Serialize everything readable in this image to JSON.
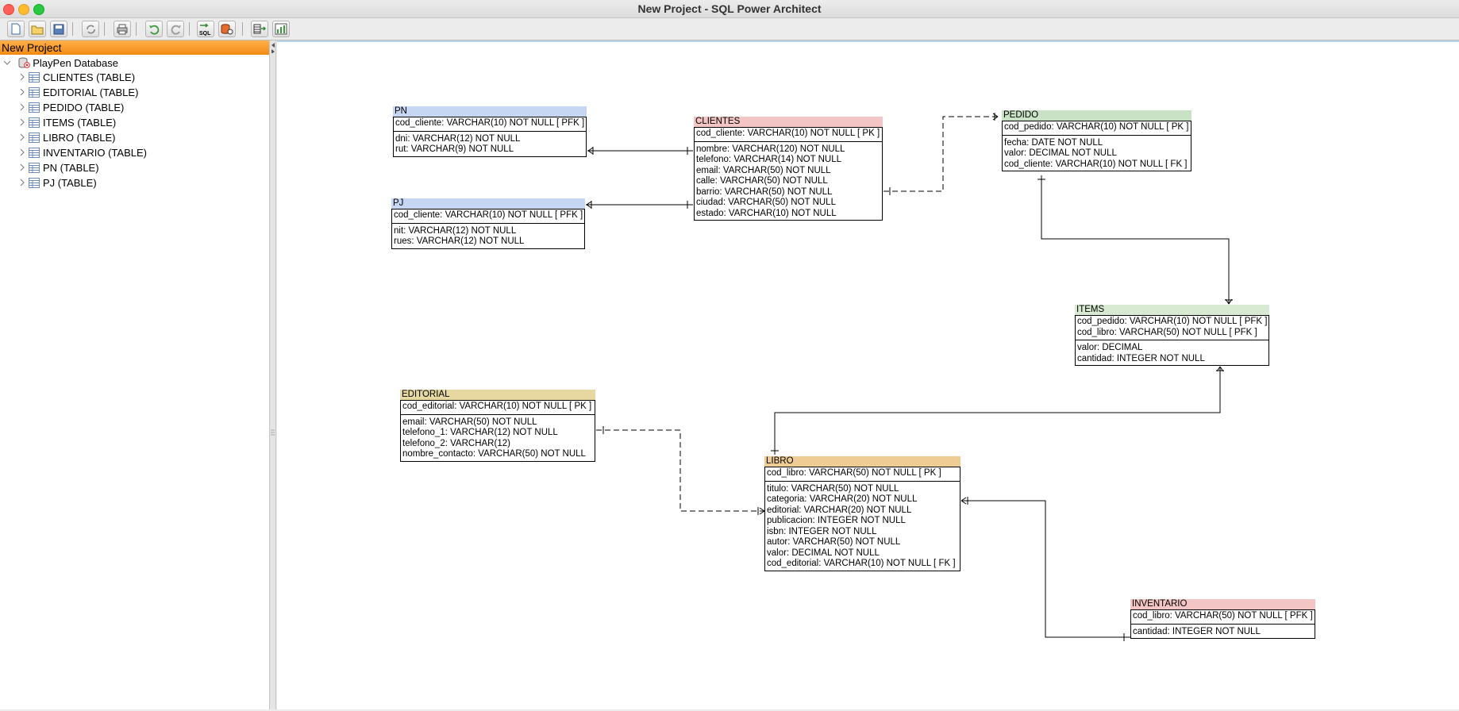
{
  "window": {
    "title": "New Project - SQL Power Architect"
  },
  "toolbar": {
    "buttons": [
      "new-project",
      "open-project",
      "save-project",
      "refresh",
      "print",
      "undo",
      "redo",
      "forward-engineer-sql",
      "compare-dm",
      "data-mover",
      "profile"
    ]
  },
  "sidebar": {
    "header": "New Project",
    "root": "PlayPen Database",
    "items": [
      "CLIENTES (TABLE)",
      "EDITORIAL (TABLE)",
      "PEDIDO (TABLE)",
      "ITEMS (TABLE)",
      "LIBRO (TABLE)",
      "INVENTARIO (TABLE)",
      "PN (TABLE)",
      "PJ (TABLE)"
    ]
  },
  "tables": {
    "pn": {
      "name": "PN",
      "color": "#c5d7f2",
      "pk": [
        "cod_cliente: VARCHAR(10)   NOT NULL  [ PFK ]"
      ],
      "cols": [
        "dni: VARCHAR(12)   NOT NULL",
        "rut: VARCHAR(9)   NOT NULL"
      ]
    },
    "pj": {
      "name": "PJ",
      "color": "#c5d7f2",
      "pk": [
        "cod_cliente: VARCHAR(10)   NOT NULL  [ PFK ]"
      ],
      "cols": [
        "nit: VARCHAR(12)   NOT NULL",
        "rues: VARCHAR(12)   NOT NULL"
      ]
    },
    "clientes": {
      "name": "CLIENTES",
      "color": "#f3c5c5",
      "pk": [
        "cod_cliente: VARCHAR(10)   NOT NULL  [ PK ]"
      ],
      "cols": [
        "nombre: VARCHAR(120)   NOT NULL",
        "telefono: VARCHAR(14)   NOT NULL",
        "email: VARCHAR(50)   NOT NULL",
        "calle: VARCHAR(50)   NOT NULL",
        "barrio: VARCHAR(50)   NOT NULL",
        "ciudad: VARCHAR(50)   NOT NULL",
        "estado: VARCHAR(10)   NOT NULL"
      ]
    },
    "pedido": {
      "name": "PEDIDO",
      "color": "#c9e1c4",
      "pk": [
        "cod_pedido: VARCHAR(10)   NOT NULL  [ PK ]"
      ],
      "cols": [
        "fecha: DATE   NOT NULL",
        "valor: DECIMAL   NOT NULL",
        "cod_cliente: VARCHAR(10)   NOT NULL  [ FK ]"
      ]
    },
    "items": {
      "name": "ITEMS",
      "color": "#d9ead3",
      "pk": [
        "cod_pedido: VARCHAR(10)   NOT NULL  [ PFK ]",
        "cod_libro: VARCHAR(50)   NOT NULL  [ PFK ]"
      ],
      "cols": [
        "valor: DECIMAL",
        "cantidad: INTEGER   NOT NULL"
      ]
    },
    "editorial": {
      "name": "EDITORIAL",
      "color": "#e6d8a0",
      "pk": [
        "cod_editorial: VARCHAR(10)   NOT NULL  [ PK ]"
      ],
      "cols": [
        "email: VARCHAR(50)   NOT NULL",
        "telefono_1: VARCHAR(12)   NOT NULL",
        "telefono_2: VARCHAR(12)",
        "nombre_contacto: VARCHAR(50)   NOT NULL"
      ]
    },
    "libro": {
      "name": "LIBRO",
      "color": "#f0cc95",
      "pk": [
        "cod_libro: VARCHAR(50)   NOT NULL  [ PK ]"
      ],
      "cols": [
        "titulo: VARCHAR(50)   NOT NULL",
        "categoria: VARCHAR(20)   NOT NULL",
        "editorial: VARCHAR(20)   NOT NULL",
        "publicacion: INTEGER   NOT NULL",
        "isbn: INTEGER   NOT NULL",
        "autor: VARCHAR(50)   NOT NULL",
        "valor: DECIMAL   NOT NULL",
        "cod_editorial: VARCHAR(10)   NOT NULL  [ FK ]"
      ]
    },
    "inventario": {
      "name": "INVENTARIO",
      "color": "#f3c5c5",
      "pk": [
        "cod_libro: VARCHAR(50)   NOT NULL  [ PFK ]"
      ],
      "cols": [
        "cantidad: INTEGER   NOT NULL"
      ]
    }
  }
}
